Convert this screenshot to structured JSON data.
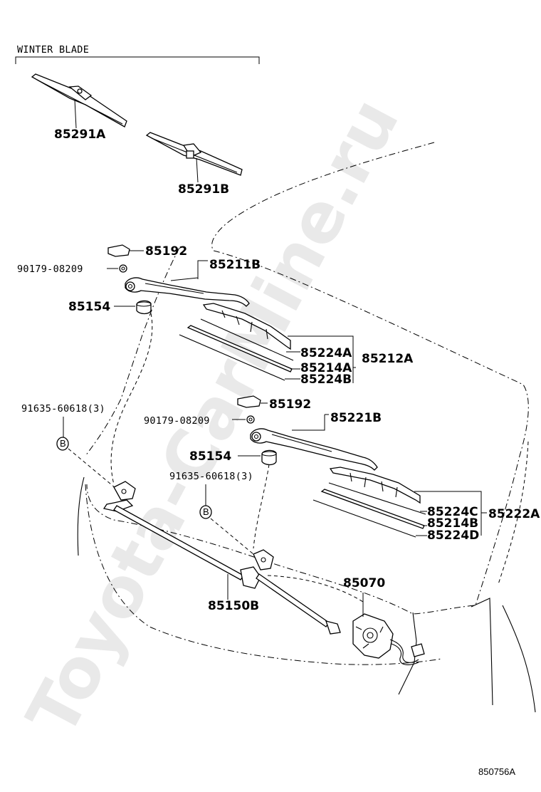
{
  "watermark": "Toyota-CarMine.ru",
  "section_title": "WINTER BLADE",
  "diagram_ref": "850756A",
  "labels": {
    "p85291A": "85291A",
    "p85291B": "85291B",
    "p85192_a": "85192",
    "p90179_a": "90179-08209",
    "p85211B": "85211B",
    "p85154_a": "85154",
    "p85224A": "85224A",
    "p85214A": "85214A",
    "p85224B": "85224B",
    "p85212A": "85212A",
    "p91635_a": "91635-60618(3)",
    "p85192_b": "85192",
    "p90179_b": "90179-08209",
    "p85221B": "85221B",
    "p85154_b": "85154",
    "p91635_b": "91635-60618(3)",
    "p85224C": "85224C",
    "p85214B": "85214B",
    "p85224D": "85224D",
    "p85222A": "85222A",
    "p85070": "85070",
    "p85150B": "85150B"
  },
  "icons": {
    "bolt_marker": "B"
  }
}
